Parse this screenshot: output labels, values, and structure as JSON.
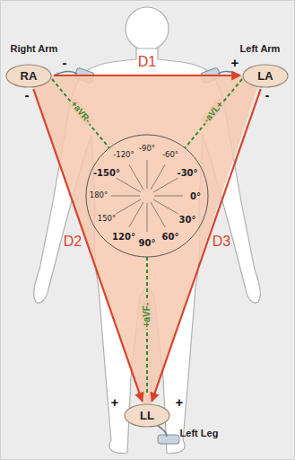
{
  "diagram": {
    "nodes": [
      {
        "text": [
          "RA"
        ]
      },
      {
        "text": [
          "LA"
        ]
      },
      {
        "text": [
          "LL"
        ]
      }
    ],
    "edges": [
      {
        "from": 0,
        "to": 1,
        "label": "D1",
        "arrow": "to"
      },
      {
        "from": 0,
        "to": 2,
        "label": "D2",
        "arrow": "to"
      },
      {
        "from": 1,
        "to": 2,
        "label": "D3",
        "arrow": "to"
      }
    ],
    "labels": [
      "Right Arm",
      "Left Arm",
      "Left Leg",
      "-",
      "-",
      "+",
      "-",
      "+",
      "+",
      "+aVR-",
      "-aVL+",
      "+aVF-",
      "-120°",
      "-90°",
      "-60°",
      "-150°",
      "-30°",
      "180°",
      "0°",
      "150°",
      "30°",
      "120°",
      "90°",
      "60°"
    ]
  }
}
